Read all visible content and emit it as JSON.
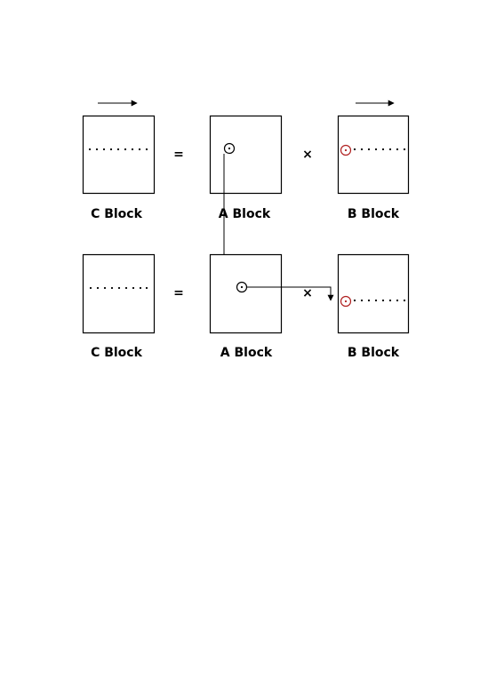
{
  "rows": [
    {
      "c_label": "C Block",
      "a_label": "A Block",
      "b_label": "B Block",
      "equals": "=",
      "times": "×"
    },
    {
      "c_label": "C Block",
      "a_label": "A Block",
      "b_label": "B Block",
      "equals": "=",
      "times": "×"
    }
  ],
  "colors": {
    "highlight": "#b02020",
    "ink": "#000000"
  },
  "icons": [
    "arrow-right-icon",
    "circle-dot-icon",
    "down-arrow-icon",
    "dotted-row-icon"
  ]
}
